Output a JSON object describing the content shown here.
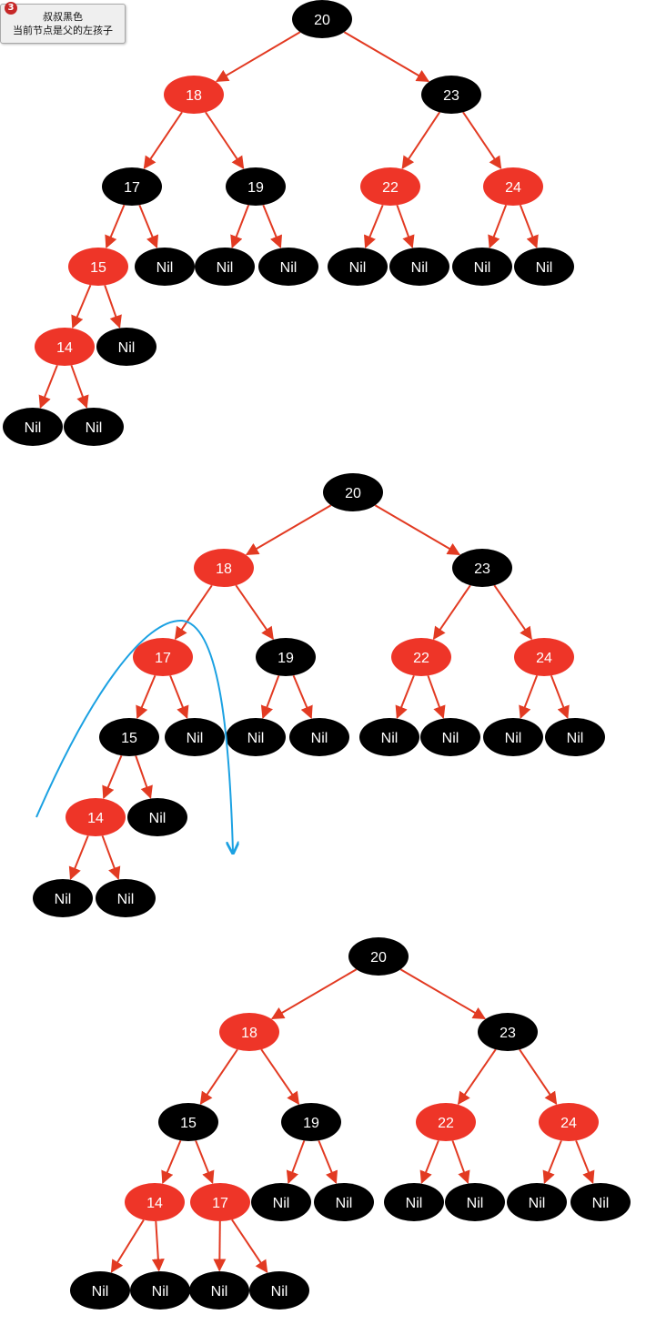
{
  "callout": {
    "badge": "3",
    "line1": "叔叔黑色",
    "line2": "当前节点是父的左孩子"
  },
  "colors": {
    "red": "#ee3528",
    "black": "#000000",
    "edge": "#e23a22",
    "arrow": "#1ba1e2",
    "node_text": "#ffffff"
  },
  "trees": [
    {
      "id": "before",
      "nodes": [
        {
          "id": "n20",
          "label": "20",
          "color": "black"
        },
        {
          "id": "n18",
          "label": "18",
          "color": "red"
        },
        {
          "id": "n23",
          "label": "23",
          "color": "black"
        },
        {
          "id": "n17",
          "label": "17",
          "color": "black"
        },
        {
          "id": "n19",
          "label": "19",
          "color": "black"
        },
        {
          "id": "n22",
          "label": "22",
          "color": "red"
        },
        {
          "id": "n24",
          "label": "24",
          "color": "red"
        },
        {
          "id": "n15",
          "label": "15",
          "color": "red"
        },
        {
          "id": "nil17",
          "label": "Nil",
          "color": "black"
        },
        {
          "id": "nil19a",
          "label": "Nil",
          "color": "black"
        },
        {
          "id": "nil19b",
          "label": "Nil",
          "color": "black"
        },
        {
          "id": "nil22a",
          "label": "Nil",
          "color": "black"
        },
        {
          "id": "nil22b",
          "label": "Nil",
          "color": "black"
        },
        {
          "id": "nil24a",
          "label": "Nil",
          "color": "black"
        },
        {
          "id": "nil24b",
          "label": "Nil",
          "color": "black"
        },
        {
          "id": "n14",
          "label": "14",
          "color": "red"
        },
        {
          "id": "nil15",
          "label": "Nil",
          "color": "black"
        },
        {
          "id": "nil14a",
          "label": "Nil",
          "color": "black"
        },
        {
          "id": "nil14b",
          "label": "Nil",
          "color": "black"
        }
      ],
      "edges": [
        [
          "n20",
          "n18"
        ],
        [
          "n20",
          "n23"
        ],
        [
          "n18",
          "n17"
        ],
        [
          "n18",
          "n19"
        ],
        [
          "n23",
          "n22"
        ],
        [
          "n23",
          "n24"
        ],
        [
          "n17",
          "n15"
        ],
        [
          "n17",
          "nil17"
        ],
        [
          "n19",
          "nil19a"
        ],
        [
          "n19",
          "nil19b"
        ],
        [
          "n22",
          "nil22a"
        ],
        [
          "n22",
          "nil22b"
        ],
        [
          "n24",
          "nil24a"
        ],
        [
          "n24",
          "nil24b"
        ],
        [
          "n15",
          "n14"
        ],
        [
          "n15",
          "nil15"
        ],
        [
          "n14",
          "nil14a"
        ],
        [
          "n14",
          "nil14b"
        ]
      ]
    },
    {
      "id": "recolored",
      "nodes": [
        {
          "id": "n20",
          "label": "20",
          "color": "black"
        },
        {
          "id": "n18",
          "label": "18",
          "color": "red"
        },
        {
          "id": "n23",
          "label": "23",
          "color": "black"
        },
        {
          "id": "n17",
          "label": "17",
          "color": "red"
        },
        {
          "id": "n19",
          "label": "19",
          "color": "black"
        },
        {
          "id": "n22",
          "label": "22",
          "color": "red"
        },
        {
          "id": "n24",
          "label": "24",
          "color": "red"
        },
        {
          "id": "n15",
          "label": "15",
          "color": "black"
        },
        {
          "id": "nil17",
          "label": "Nil",
          "color": "black"
        },
        {
          "id": "nil19a",
          "label": "Nil",
          "color": "black"
        },
        {
          "id": "nil19b",
          "label": "Nil",
          "color": "black"
        },
        {
          "id": "nil22a",
          "label": "Nil",
          "color": "black"
        },
        {
          "id": "nil22b",
          "label": "Nil",
          "color": "black"
        },
        {
          "id": "nil24a",
          "label": "Nil",
          "color": "black"
        },
        {
          "id": "nil24b",
          "label": "Nil",
          "color": "black"
        },
        {
          "id": "n14",
          "label": "14",
          "color": "red"
        },
        {
          "id": "nil15",
          "label": "Nil",
          "color": "black"
        },
        {
          "id": "nil14a",
          "label": "Nil",
          "color": "black"
        },
        {
          "id": "nil14b",
          "label": "Nil",
          "color": "black"
        }
      ],
      "edges": [
        [
          "n20",
          "n18"
        ],
        [
          "n20",
          "n23"
        ],
        [
          "n18",
          "n17"
        ],
        [
          "n18",
          "n19"
        ],
        [
          "n23",
          "n22"
        ],
        [
          "n23",
          "n24"
        ],
        [
          "n17",
          "n15"
        ],
        [
          "n17",
          "nil17"
        ],
        [
          "n19",
          "nil19a"
        ],
        [
          "n19",
          "nil19b"
        ],
        [
          "n22",
          "nil22a"
        ],
        [
          "n22",
          "nil22b"
        ],
        [
          "n24",
          "nil24a"
        ],
        [
          "n24",
          "nil24b"
        ],
        [
          "n15",
          "n14"
        ],
        [
          "n15",
          "nil15"
        ],
        [
          "n14",
          "nil14a"
        ],
        [
          "n14",
          "nil14b"
        ]
      ]
    },
    {
      "id": "rotated",
      "nodes": [
        {
          "id": "n20",
          "label": "20",
          "color": "black"
        },
        {
          "id": "n18",
          "label": "18",
          "color": "red"
        },
        {
          "id": "n23",
          "label": "23",
          "color": "black"
        },
        {
          "id": "n15",
          "label": "15",
          "color": "black"
        },
        {
          "id": "n19",
          "label": "19",
          "color": "black"
        },
        {
          "id": "n22",
          "label": "22",
          "color": "red"
        },
        {
          "id": "n24",
          "label": "24",
          "color": "red"
        },
        {
          "id": "n14",
          "label": "14",
          "color": "red"
        },
        {
          "id": "n17",
          "label": "17",
          "color": "red"
        },
        {
          "id": "nil19a",
          "label": "Nil",
          "color": "black"
        },
        {
          "id": "nil19b",
          "label": "Nil",
          "color": "black"
        },
        {
          "id": "nil22a",
          "label": "Nil",
          "color": "black"
        },
        {
          "id": "nil22b",
          "label": "Nil",
          "color": "black"
        },
        {
          "id": "nil24a",
          "label": "Nil",
          "color": "black"
        },
        {
          "id": "nil24b",
          "label": "Nil",
          "color": "black"
        },
        {
          "id": "nil14a",
          "label": "Nil",
          "color": "black"
        },
        {
          "id": "nil14b",
          "label": "Nil",
          "color": "black"
        },
        {
          "id": "nil17a",
          "label": "Nil",
          "color": "black"
        },
        {
          "id": "nil17b",
          "label": "Nil",
          "color": "black"
        }
      ],
      "edges": [
        [
          "n20",
          "n18"
        ],
        [
          "n20",
          "n23"
        ],
        [
          "n18",
          "n15"
        ],
        [
          "n18",
          "n19"
        ],
        [
          "n23",
          "n22"
        ],
        [
          "n23",
          "n24"
        ],
        [
          "n15",
          "n14"
        ],
        [
          "n15",
          "n17"
        ],
        [
          "n19",
          "nil19a"
        ],
        [
          "n19",
          "nil19b"
        ],
        [
          "n22",
          "nil22a"
        ],
        [
          "n22",
          "nil22b"
        ],
        [
          "n24",
          "nil24a"
        ],
        [
          "n24",
          "nil24b"
        ],
        [
          "n14",
          "nil14a"
        ],
        [
          "n14",
          "nil14b"
        ],
        [
          "n17",
          "nil17a"
        ],
        [
          "n17",
          "nil17b"
        ]
      ]
    }
  ]
}
